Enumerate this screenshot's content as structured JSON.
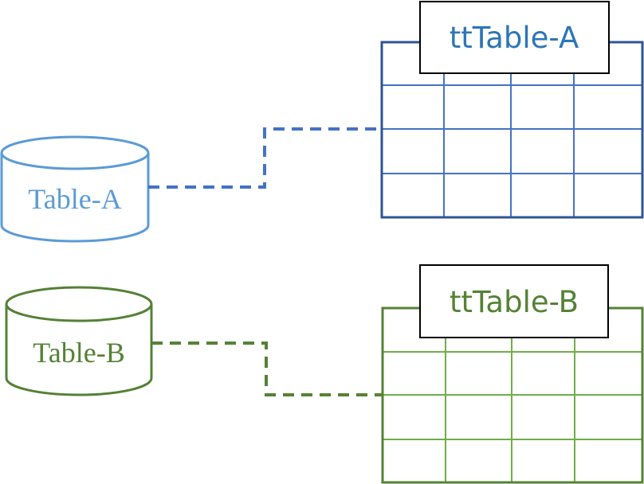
{
  "sources": [
    {
      "id": "a",
      "label": "Table-A",
      "color": "#5B9BD5"
    },
    {
      "id": "b",
      "label": "Table-B",
      "color": "#538135"
    }
  ],
  "temp_tables": [
    {
      "id": "a",
      "label": "ttTable-A",
      "label_color": "#2E75B6",
      "grid_color": "#4472C4",
      "border_color": "#2F5496",
      "rows": 4,
      "cols": 4
    },
    {
      "id": "b",
      "label": "ttTable-B",
      "label_color": "#548235",
      "grid_color": "#70AD47",
      "border_color": "#548235",
      "rows": 4,
      "cols": 4
    }
  ],
  "connectors": [
    {
      "from": "Table-A",
      "to": "ttTable-A",
      "style": "dashed",
      "color": "#4472C4"
    },
    {
      "from": "Table-B",
      "to": "ttTable-B",
      "style": "dashed",
      "color": "#548235"
    }
  ]
}
